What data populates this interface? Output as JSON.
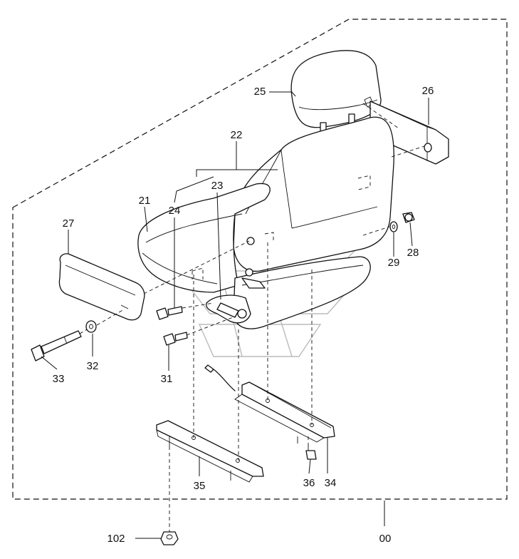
{
  "diagram": {
    "labels": {
      "p00": "00",
      "p21": "21",
      "p22": "22",
      "p23": "23",
      "p24": "24",
      "p25": "25",
      "p26": "26",
      "p27": "27",
      "p28": "28",
      "p29": "29",
      "p31": "31",
      "p32": "32",
      "p33": "33",
      "p34": "34",
      "p35": "35",
      "p36": "36",
      "p102": "102"
    }
  }
}
